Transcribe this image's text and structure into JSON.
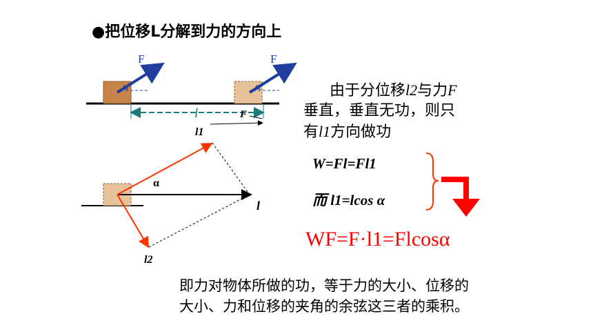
{
  "title": "●把位移L分解到力的方向上",
  "diagram": {
    "force_label": "F",
    "angle_label": "α",
    "displacement_label": "l",
    "force_label_bottom": "F",
    "l1_label": "l1",
    "l2_label": "l2",
    "alpha_label": "α",
    "l_label": "l"
  },
  "explanation": {
    "line1_pre": "由于分位移",
    "line1_l2": "l2",
    "line1_mid": "与力",
    "line1_F": "F",
    "line2": "垂直，垂直无功，则只",
    "line3_pre": "有",
    "line3_l1": "l1",
    "line3_post": "方向做功"
  },
  "equations": {
    "eq1": "W=Fl=Fl1",
    "eq2": "而 l1=lcos α",
    "result": "WF=F·l1=Flcosα"
  },
  "conclusion": {
    "line1": "即力对物体所做的功，等于力的大小、位移的",
    "line2": "大小、力和位移的夹角的余弦这三者的乘积。"
  },
  "colors": {
    "force_arrow": "#1f3f9e",
    "component_arrow": "#ff3300",
    "highlight_red": "#ff0000",
    "teal_dimension": "#1a7a7a",
    "block_solid": "#c8844a",
    "block_ghost": "#e7c29a"
  }
}
